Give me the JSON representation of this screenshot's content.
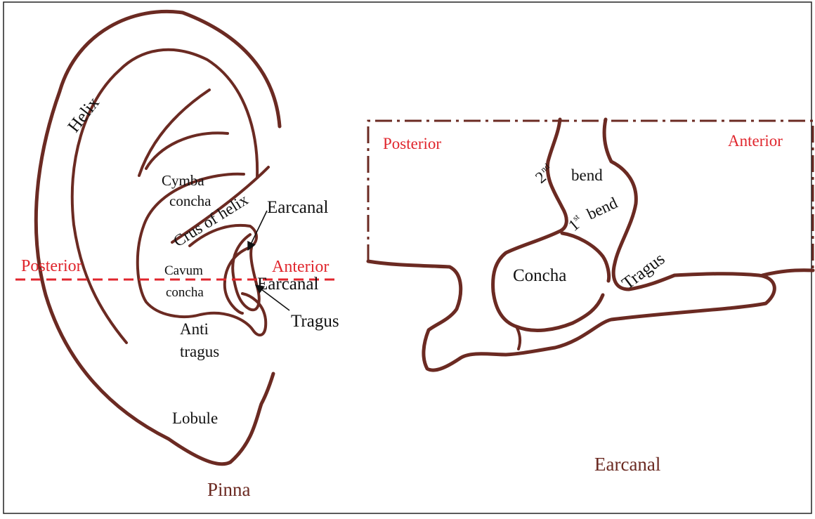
{
  "colors": {
    "outline": "#6b2a22",
    "direction_label": "#e0262d",
    "caption": "#6b2a22",
    "arrow": "#111111"
  },
  "pinna": {
    "caption": "Pinna",
    "labels": {
      "helix": "Helix",
      "cymba": "Cymba",
      "concha": "concha",
      "crus_of_helix": "Crus of helix",
      "earcanal_top": "Earcanal",
      "cavum": "Cavum",
      "cavum_concha": "concha",
      "earcanal_mid": "Earcanal",
      "tragus": "Tragus",
      "anti": "Anti",
      "anti_tragus": "tragus",
      "lobule": "Lobule",
      "posterior": "Posterior",
      "anterior": "Anterior"
    }
  },
  "earcanal": {
    "caption": "Earcanal",
    "labels": {
      "posterior": "Posterior",
      "anterior": "Anterior",
      "second_num": "2",
      "second_sup": "nd",
      "second_bend": "bend",
      "first_num": "1",
      "first_sup": "st",
      "first_bend": "bend",
      "concha": "Concha",
      "tragus": "Tragus"
    }
  }
}
